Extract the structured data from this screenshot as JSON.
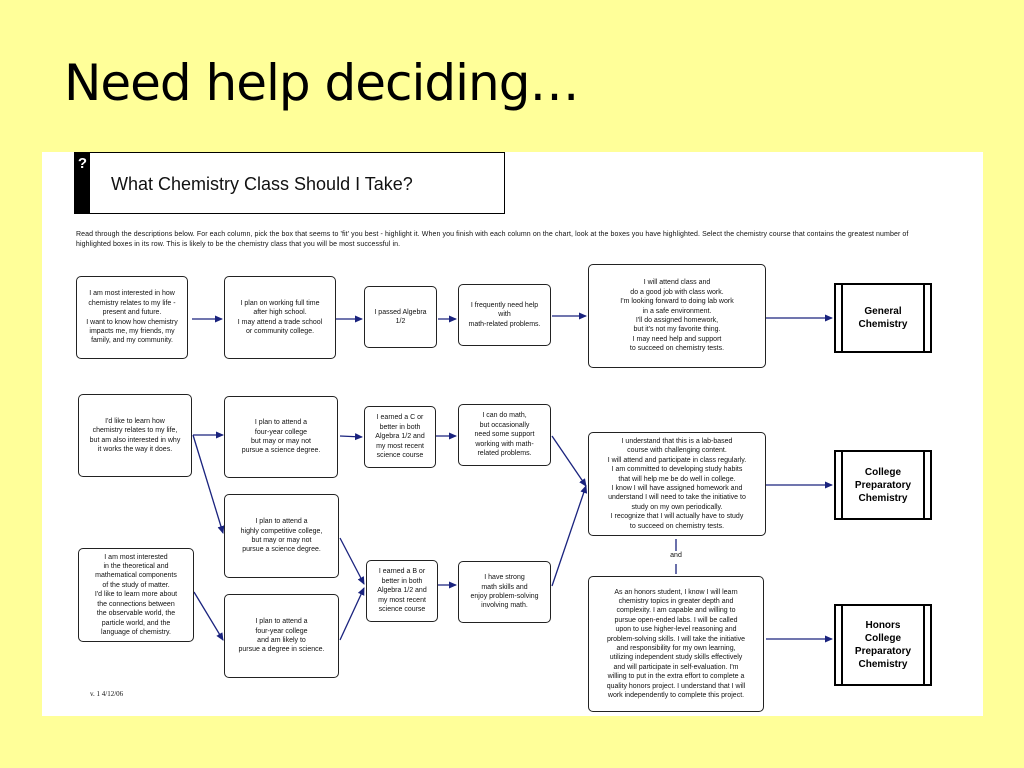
{
  "slide": {
    "title": "Need help deciding…"
  },
  "chart": {
    "title": "What Chemistry Class Should I Take?",
    "help_icon": "question-mark-icon",
    "instructions": "Read through the descriptions below. For each column, pick the box that seems to 'fit' you best - highlight it. When you finish with each column on the chart, look at the boxes you have highlighted. Select the chemistry course that contains the greatest number of highlighted boxes in its row. This is likely to be the chemistry class that you will be most successful in.",
    "row1": {
      "interest": "I am most interested in how\nchemistry relates to my life -\npresent and future.\nI want to know how chemistry\nimpacts me, my friends, my\nfamily, and my community.",
      "plans": "I plan on working full time\nafter high school.\nI may attend a trade school\nor community college.",
      "math_course": "I passed Algebra\n1/2",
      "math_help": "I frequently need help\nwith\nmath-related problems.",
      "commitment": "I will attend class and\ndo a good job with class work.\nI'm looking forward to doing lab work\nin a safe environment.\nI'll do assigned homework,\nbut it's not my favorite thing.\nI may need help and support\nto succeed on chemistry tests.",
      "result": "General\nChemistry"
    },
    "row2": {
      "interest": "I'd like to learn how\nchemistry relates to my life,\nbut am also interested in why\nit works the way it does.",
      "plans": "I plan to attend a\nfour-year college\nbut may or may not\npursue a science degree.",
      "math_course": "I earned a C or\nbetter in both\nAlgebra 1/2 and\nmy most recent\nscience course",
      "math_help": "I can do math,\nbut occasionally\nneed some support\nworking with math-\nrelated problems.",
      "commitment": "I understand that this is a lab-based\ncourse with challenging content.\nI will attend and participate in class regularly.\nI am committed to developing study habits\nthat will help me be do well in college.\nI know I will have assigned homework and\nunderstand I will need to take the initiative to\nstudy on my own periodically.\nI recognize that I will actually have to study\nto succeed on chemistry tests.",
      "result": "College\nPreparatory\nChemistry"
    },
    "row3": {
      "interest": "I am most interested\nin the theoretical and\nmathematical components\nof the study of matter.\nI'd like to learn more about\nthe connections between\nthe observable world, the\nparticle world, and the\nlanguage of chemistry.",
      "plans_competitive": "I plan to attend a\nhighly competitive college,\nbut may or may not\npursue a science degree.",
      "plans_science": "I plan to attend a\nfour-year college\nand am likely to\npursue a degree in science.",
      "math_course": "I earned a B or\nbetter in both\nAlgebra 1/2 and\nmy most recent\nscience course",
      "math_help": "I have strong\nmath skills and\nenjoy problem-solving\ninvolving math.",
      "commitment": "As an honors student, I know I will learn\nchemistry topics in greater depth and\ncomplexity. I am capable and willing to\npursue open-ended labs. I will be called\nupon to use higher-level reasoning and\nproblem-solving skills. I will take the initiative\nand responsibility for my own learning,\nutilizing independent study skills effectively\nand will participate in self-evaluation. I'm\nwilling to put in the extra effort to complete a\nquality honors project. I understand that I will\nwork independently to complete this project.",
      "result": "Honors\nCollege\nPreparatory\nChemistry"
    },
    "and_label": "and",
    "version": "v. 1     4/12/06",
    "arrow_color": "#1a237e"
  }
}
